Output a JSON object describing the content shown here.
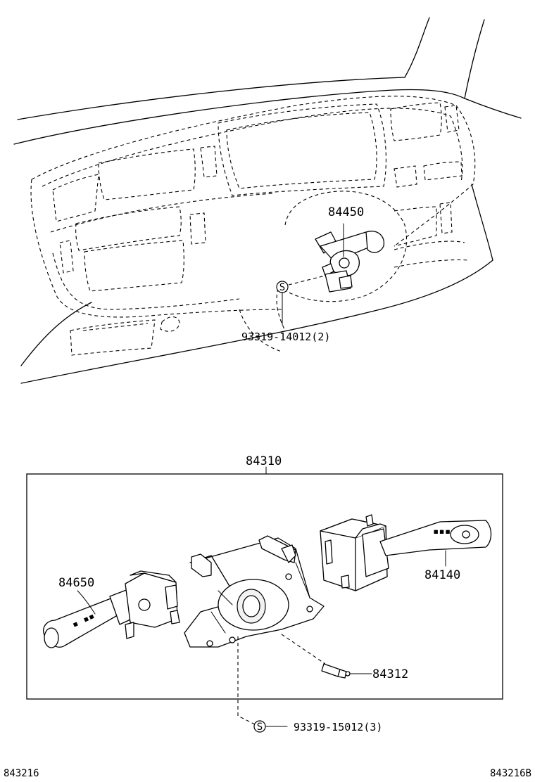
{
  "labels": {
    "steering_lock": "84450",
    "bolt_upper": "93319-14012(2)",
    "combination_switch_assy": "84310",
    "wiper_switch": "84650",
    "headlamp_switch": "84140",
    "pin": "84312",
    "bolt_lower": "93319-15012(3)",
    "screw_symbol": "S"
  },
  "footer": {
    "left_code": "843216",
    "right_code": "843216B"
  }
}
